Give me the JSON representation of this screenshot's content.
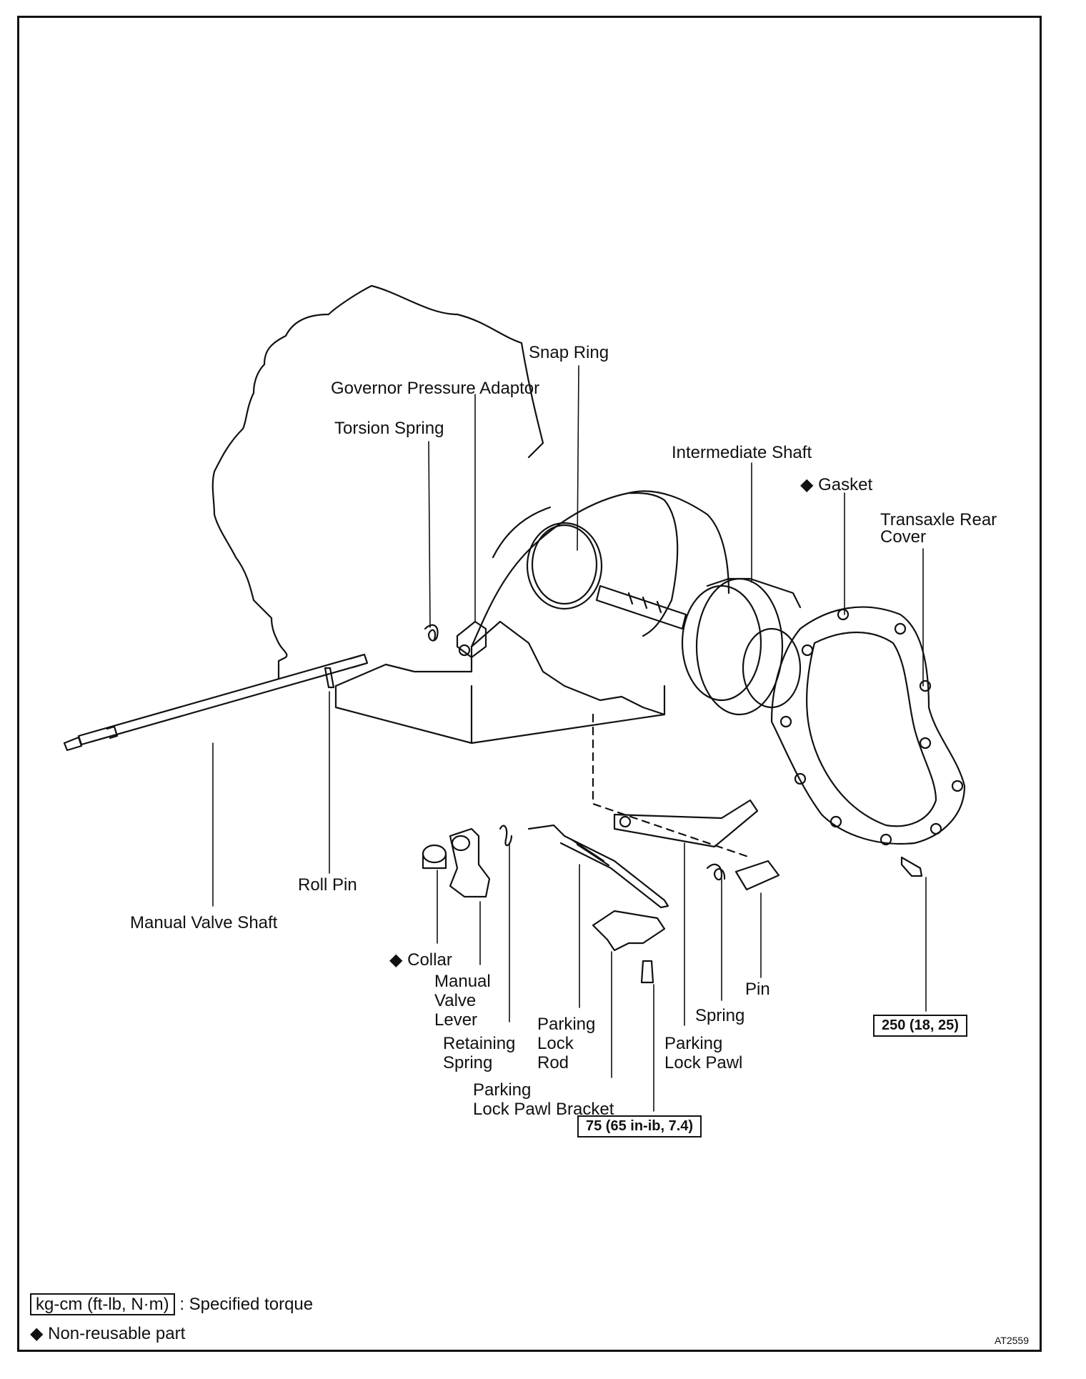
{
  "diagram": {
    "labels": {
      "snap_ring": "Snap Ring",
      "governor_pressure_adaptor": "Governor Pressure Adaptor",
      "torsion_spring": "Torsion Spring",
      "intermediate_shaft": "Intermediate Shaft",
      "gasket": "◆ Gasket",
      "transaxle_rear_cover_1": "Transaxle Rear",
      "transaxle_rear_cover_2": "Cover",
      "roll_pin": "Roll Pin",
      "manual_valve_shaft": "Manual Valve Shaft",
      "collar": "◆ Collar",
      "manual_valve_lever_1": "Manual",
      "manual_valve_lever_2": "Valve",
      "manual_valve_lever_3": "Lever",
      "retaining_spring_1": "Retaining",
      "retaining_spring_2": "Spring",
      "parking_lock_rod_1": "Parking",
      "parking_lock_rod_2": "Lock",
      "parking_lock_rod_3": "Rod",
      "parking_lock_pawl_bracket_1": "Parking",
      "parking_lock_pawl_bracket_2": "Lock Pawl Bracket",
      "parking_lock_pawl_1": "Parking",
      "parking_lock_pawl_2": "Lock Pawl",
      "spring": "Spring",
      "pin": "Pin"
    },
    "torques": {
      "rear_cover_bolt": "250 (18, 25)",
      "bracket_bolt": "75 (65 in-ib, 7.4)"
    },
    "legend": {
      "torque_unit": "kg-cm (ft-lb, N·m)",
      "torque_desc": ": Specified torque",
      "nonreusable": "◆ Non-reusable part"
    },
    "figure_code": "AT2559"
  }
}
